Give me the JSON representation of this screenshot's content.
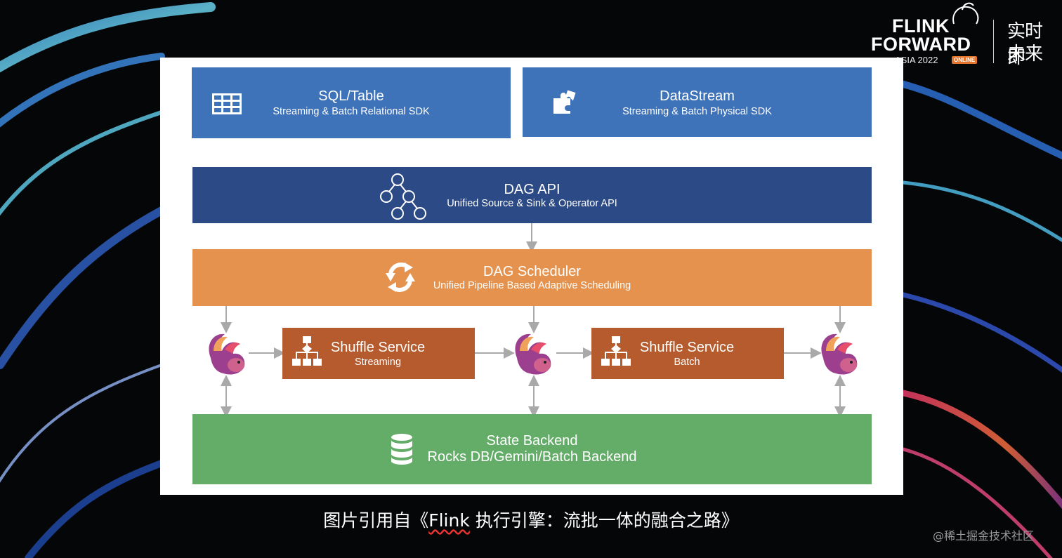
{
  "brand": {
    "line1": "FLINK",
    "line2": "FORWARD",
    "asia": "ASIA 2022",
    "online": "ONLINE",
    "cn_line1": "实时即",
    "cn_line2": "未来"
  },
  "blocks": {
    "sql": {
      "title": "SQL/Table",
      "subtitle": "Streaming & Batch Relational SDK",
      "color": "#3e72b9"
    },
    "datastream": {
      "title": "DataStream",
      "subtitle": "Streaming & Batch Physical SDK",
      "color": "#3e72b9"
    },
    "dag_api": {
      "title": "DAG API",
      "subtitle": "Unified Source & Sink & Operator API",
      "color": "#2b4a86"
    },
    "scheduler": {
      "title": "DAG Scheduler",
      "subtitle": "Unified Pipeline Based Adaptive Scheduling",
      "color": "#e5924e"
    },
    "shuffle_streaming": {
      "title": "Shuffle Service",
      "subtitle": "Streaming",
      "color": "#b65b2e"
    },
    "shuffle_batch": {
      "title": "Shuffle Service",
      "subtitle": "Batch",
      "color": "#b65b2e"
    },
    "state": {
      "title": "State Backend",
      "subtitle": "Rocks DB/Gemini/Batch Backend",
      "color": "#63ad69"
    }
  },
  "icons": {
    "sql": "table-icon",
    "datastream": "puzzle-icon",
    "dag_api": "dag-graph-icon",
    "scheduler": "cycle-icon",
    "shuffle": "hierarchy-icon",
    "state": "database-icon",
    "squirrel": "flink-squirrel-icon"
  },
  "caption": {
    "before": "图片引用自《",
    "underlined": "Flink",
    "after": " 执行引擎：流批一体的融合之路》"
  },
  "watermark": "@稀土掘金技术社区"
}
